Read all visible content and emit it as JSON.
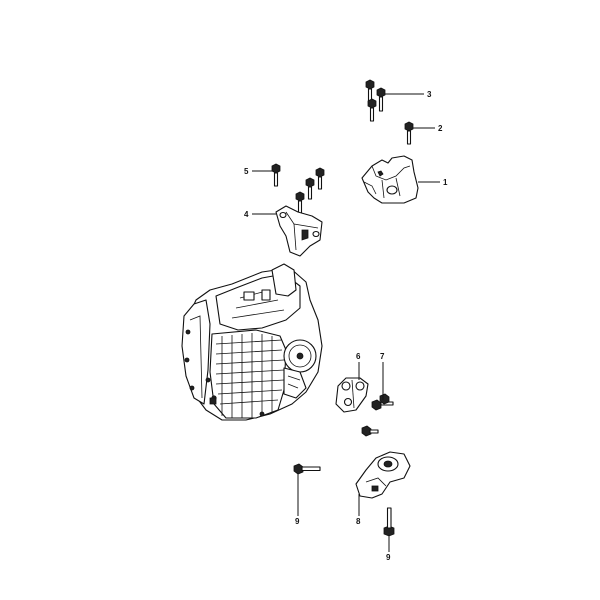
{
  "callouts": [
    {
      "id": "c1",
      "label": "1"
    },
    {
      "id": "c2",
      "label": "2"
    },
    {
      "id": "c3",
      "label": "3"
    },
    {
      "id": "c4",
      "label": "4"
    },
    {
      "id": "c5",
      "label": "5"
    },
    {
      "id": "c6",
      "label": "6"
    },
    {
      "id": "c7",
      "label": "7"
    },
    {
      "id": "c8",
      "label": "8"
    },
    {
      "id": "c9a",
      "label": "9"
    },
    {
      "id": "c9b",
      "label": "9"
    }
  ]
}
